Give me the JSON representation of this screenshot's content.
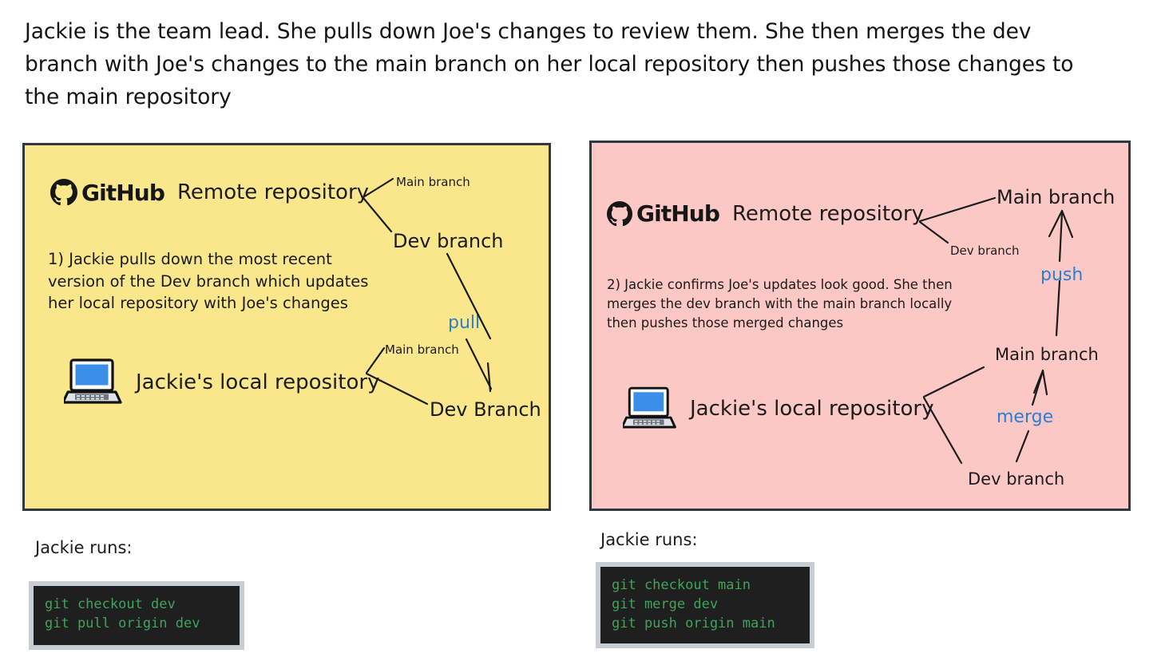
{
  "intro": {
    "text": "Jackie is the team lead. She pulls down Joe's changes to review them. She then merges the dev branch with Joe's changes to the main branch on her local repository then pushes those changes to the main repository"
  },
  "colors": {
    "panel_pull_bg": "#fae78c",
    "panel_merge_bg": "#fcc8c6",
    "panel_border": "#2f383d",
    "accent_blue": "#2a7fd4",
    "terminal_bg": "#1f1f1f",
    "terminal_frame": "#c8cdd4",
    "terminal_text": "#3fa45b",
    "laptop_screen": "#3b8fe8"
  },
  "panels": [
    {
      "id": "pull",
      "remote": {
        "logo_text": "GitHub",
        "logo_icon": "github-octocat-icon",
        "label": "Remote repository",
        "branches": [
          {
            "name": "Main branch",
            "size": "small"
          },
          {
            "name": "Dev branch",
            "size": "large"
          }
        ]
      },
      "description": "1) Jackie pulls down the most recent\nversion of the Dev branch which updates\nher local repository with Joe's changes",
      "local": {
        "icon": "laptop-icon",
        "label": "Jackie's local repository",
        "branches": [
          {
            "name": "Main branch",
            "size": "small"
          },
          {
            "name": "Dev Branch",
            "size": "large"
          }
        ]
      },
      "operations": [
        {
          "name": "pull",
          "direction": "remote-to-local"
        }
      ],
      "runs_label": "Jackie runs:",
      "commands": [
        "git checkout dev",
        "git pull origin dev"
      ]
    },
    {
      "id": "merge",
      "remote": {
        "logo_text": "GitHub",
        "logo_icon": "github-octocat-icon",
        "label": "Remote repository",
        "branches": [
          {
            "name": "Main branch",
            "size": "large"
          },
          {
            "name": "Dev branch",
            "size": "small"
          }
        ]
      },
      "description": "2) Jackie confirms Joe's updates look good. She then\nmerges the dev branch with the main branch locally\nthen pushes those merged changes",
      "local": {
        "icon": "laptop-icon",
        "label": "Jackie's local repository",
        "branches": [
          {
            "name": "Main branch",
            "size": "medium"
          },
          {
            "name": "Dev branch",
            "size": "medium"
          }
        ]
      },
      "operations": [
        {
          "name": "merge",
          "direction": "dev-to-main-local"
        },
        {
          "name": "push",
          "direction": "local-to-remote"
        }
      ],
      "runs_label": "Jackie runs:",
      "commands": [
        "git checkout main",
        "git merge dev",
        "git push origin main"
      ]
    }
  ]
}
